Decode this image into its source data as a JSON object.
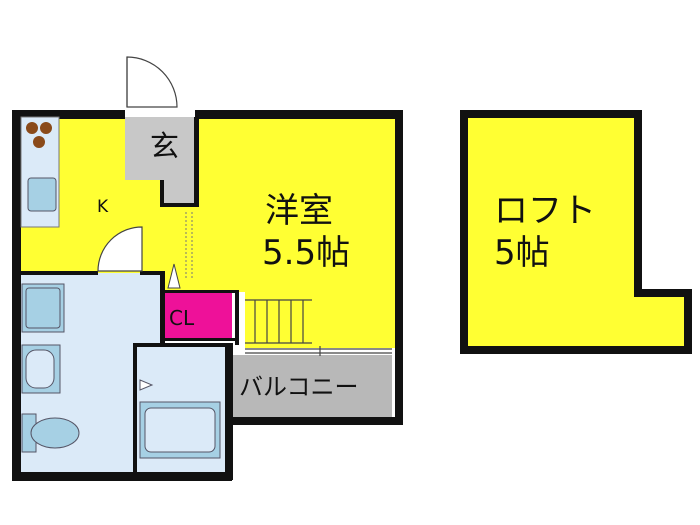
{
  "rooms": {
    "entrance": "玄",
    "kitchen": "K",
    "western_room_name": "洋室",
    "western_room_size": "5.5帖",
    "closet": "CL",
    "balcony": "バルコニー",
    "loft_name": "ロフト",
    "loft_size": "5帖"
  },
  "colors": {
    "room_fill": "#ffff33",
    "wet_area_fill": "#dbeaf8",
    "closet_fill": "#ee1199",
    "entrance_fill": "#c8c8c8",
    "balcony_fill": "#b8b8b8",
    "wall": "#111111"
  }
}
